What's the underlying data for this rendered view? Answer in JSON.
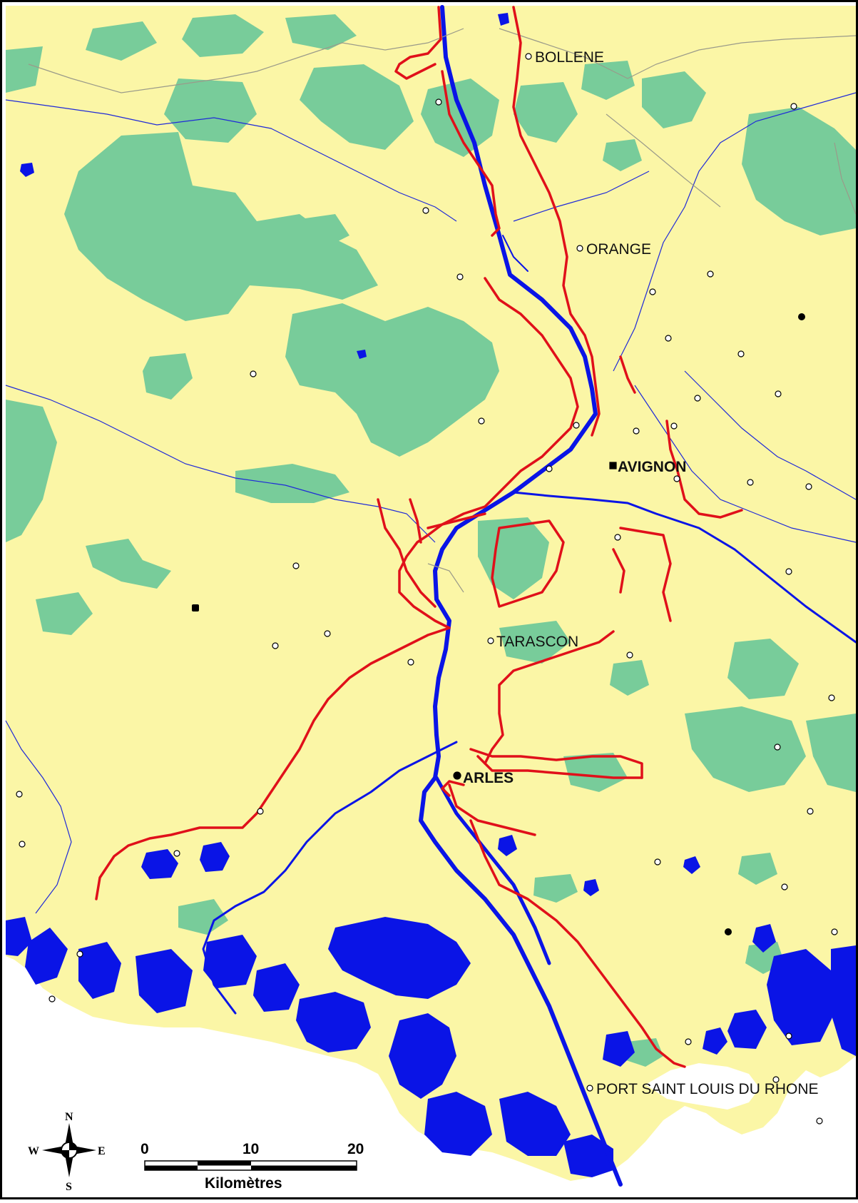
{
  "map": {
    "colors": {
      "land": "#fbf6a6",
      "sea": "#ffffff",
      "vegetation": "#78cc9a",
      "water": "#0a14e6",
      "river_line": "#1f2ad8",
      "red_lines": "#e0101a",
      "boundary": "#9a9a8a",
      "frame": "#000000"
    },
    "places": [
      {
        "name": "BOLLENE",
        "type": "town"
      },
      {
        "name": "ORANGE",
        "type": "town"
      },
      {
        "name": "AVIGNON",
        "type": "prefecture"
      },
      {
        "name": "TARASCON",
        "type": "town"
      },
      {
        "name": "ARLES",
        "type": "subprefecture"
      },
      {
        "name": "PORT SAINT LOUIS DU RHONE",
        "type": "town"
      }
    ]
  },
  "compass": {
    "n": "N",
    "s": "S",
    "e": "E",
    "w": "W"
  },
  "scale_bar": {
    "ticks": [
      "0",
      "10",
      "20"
    ],
    "unit": "Kilomètres"
  }
}
